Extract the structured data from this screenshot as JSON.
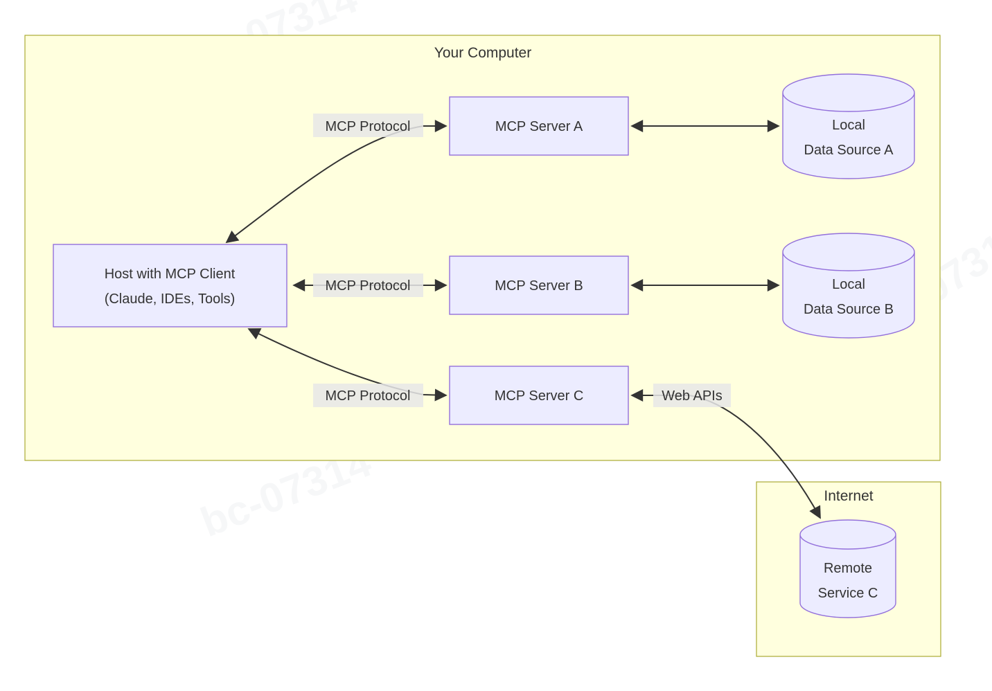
{
  "diagram": {
    "type": "flowchart",
    "clusters": {
      "your_computer": {
        "title": "Your Computer"
      },
      "internet": {
        "title": "Internet"
      }
    },
    "nodes": {
      "host": {
        "shape": "rect",
        "line1": "Host with MCP Client",
        "line2": "(Claude, IDEs, Tools)"
      },
      "server_a": {
        "shape": "rect",
        "label": "MCP Server A"
      },
      "server_b": {
        "shape": "rect",
        "label": "MCP Server B"
      },
      "server_c": {
        "shape": "rect",
        "label": "MCP Server C"
      },
      "data_source_a": {
        "shape": "cylinder",
        "line1": "Local",
        "line2": "Data Source A"
      },
      "data_source_b": {
        "shape": "cylinder",
        "line1": "Local",
        "line2": "Data Source B"
      },
      "remote_service_c": {
        "shape": "cylinder",
        "line1": "Remote",
        "line2": "Service C"
      }
    },
    "edges": {
      "host_server_a": {
        "from": "host",
        "to": "server_a",
        "label": "MCP Protocol",
        "direction": "bidirectional"
      },
      "host_server_b": {
        "from": "host",
        "to": "server_b",
        "label": "MCP Protocol",
        "direction": "bidirectional"
      },
      "host_server_c": {
        "from": "host",
        "to": "server_c",
        "label": "MCP Protocol",
        "direction": "bidirectional"
      },
      "server_a_data_a": {
        "from": "server_a",
        "to": "data_source_a",
        "label": "",
        "direction": "bidirectional"
      },
      "server_b_data_b": {
        "from": "server_b",
        "to": "data_source_b",
        "label": "",
        "direction": "bidirectional"
      },
      "server_c_remote": {
        "from": "server_c",
        "to": "remote_service_c",
        "label": "Web APIs",
        "direction": "bidirectional"
      }
    },
    "colors": {
      "cluster_fill": "#ffffde",
      "cluster_border": "#aaaa33",
      "node_fill": "#ececff",
      "node_border": "#9370db",
      "edge_stroke": "#333333",
      "edge_label_bg": "#e8e8e8",
      "text": "#333333"
    },
    "watermark_text": "bc-07314"
  }
}
